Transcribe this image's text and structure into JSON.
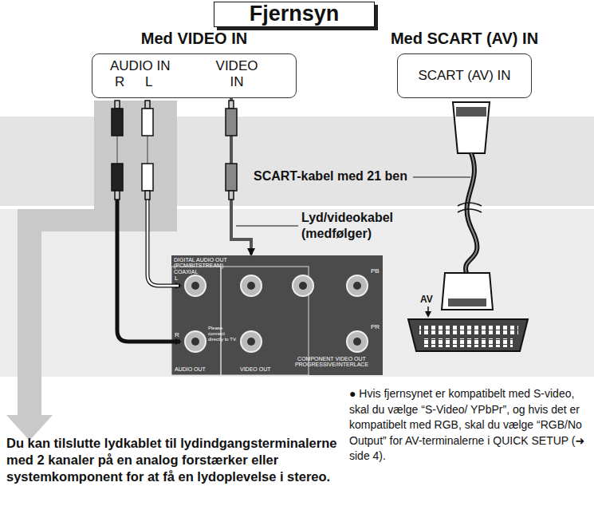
{
  "diagram": {
    "title": "Fjernsyn",
    "nodes": [
      {
        "text": [
          "Med VIDEO IN",
          "AUDIO IN",
          "R",
          "L",
          "VIDEO IN"
        ]
      },
      {
        "text": [
          "Med SCART (AV) IN",
          "SCART (AV) IN"
        ]
      },
      {
        "text": [
          "DIGITAL AUDIO OUT (PCM/BITSTREAM)",
          "COAXIAL",
          "L",
          "R",
          "AUDIO OUT",
          "Please connect directly to TV.",
          "VIDEO OUT",
          "PB",
          "PR",
          "COMPONENT VIDEO OUT PROGRESSIVE/INTERLACE"
        ]
      }
    ],
    "edges": [
      {
        "from": 0,
        "to": 2,
        "arrow": "to",
        "label": "Lyd/videokabel (medfølger)"
      }
    ],
    "labels": [
      "SCART-kabel med 21 ben",
      "AV",
      "● Hvis fjernsynet er kompatibelt med S-video, skal du vælge “S-Video/ YPbPr”, og hvis det er kompatibelt med RGB, skal du vælge “RGB/No Output” for AV-terminalerne i QUICK SETUP (➜ side 4).",
      "Du kan tilslutte lydkablet til lydindgangsterminalerne med 2 kanaler på en analog forstærker eller systemkomponent for at få en lydoplevelse i stereo."
    ]
  }
}
